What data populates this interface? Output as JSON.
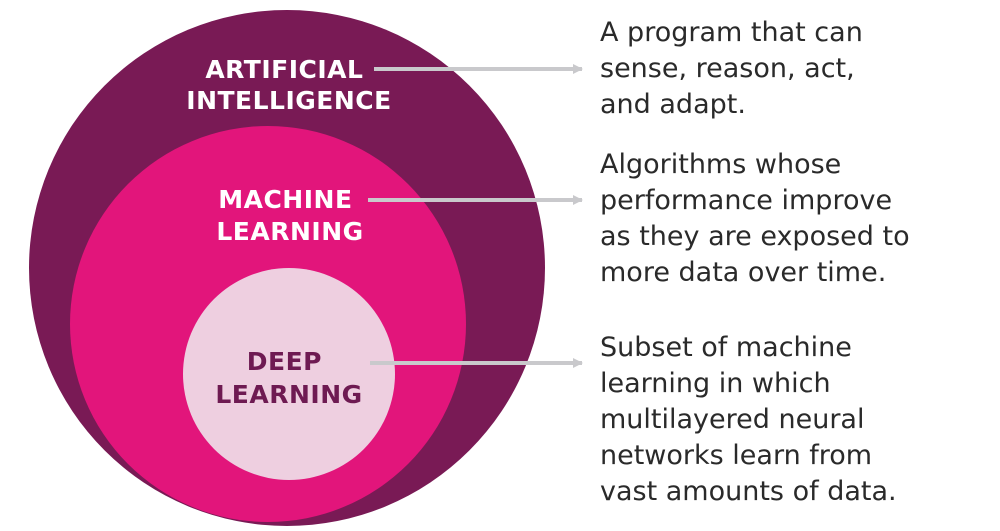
{
  "circles": {
    "ai": {
      "label_lines": [
        "ARTIFICIAL",
        "INTELLIGENCE"
      ],
      "color": "#791a55"
    },
    "ml": {
      "label_lines": [
        "MACHINE",
        "LEARNING"
      ],
      "color": "#e2157b"
    },
    "dl": {
      "label_lines": [
        "DEEP",
        "LEARNING"
      ],
      "color": "#eecfe0",
      "label_color": "#6e1a52"
    }
  },
  "arrow_color": "#c9c9cc",
  "descriptions": {
    "ai": [
      "A program that can",
      "sense, reason, act,",
      "and adapt."
    ],
    "ml": [
      "Algorithms whose",
      "performance improve",
      "as they are exposed to",
      "more data over time."
    ],
    "dl": [
      "Subset of machine",
      "learning in which",
      "multilayered neural",
      "networks learn from",
      "vast amounts of data."
    ]
  }
}
